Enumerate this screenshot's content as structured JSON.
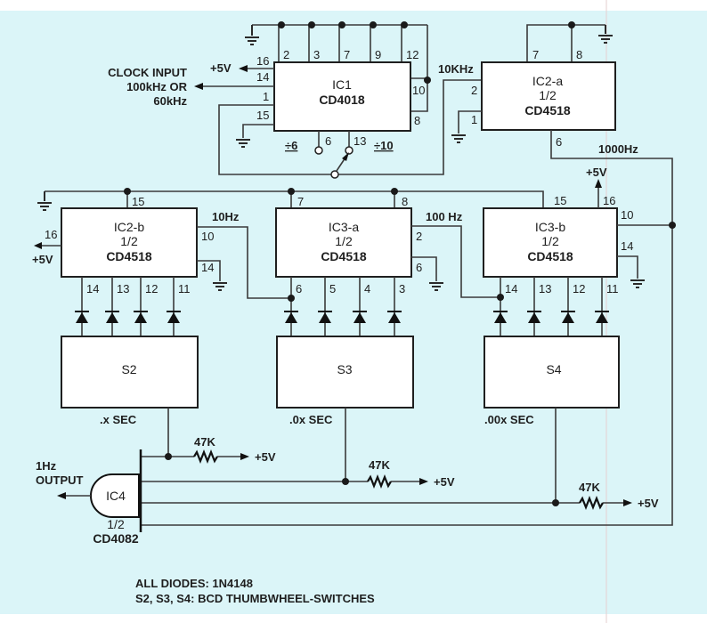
{
  "diagram": {
    "title": "Programmable timer based on CD4018 / CD4518 / CD4082",
    "ic1": {
      "name": "IC1",
      "part": "CD4018",
      "pins_top": [
        "2",
        "3",
        "7",
        "9",
        "12"
      ],
      "pin16": "16",
      "pin14": "14",
      "pin1": "1",
      "pin15": "15",
      "pin10": "10",
      "pin8": "8",
      "pin6": "6",
      "pin13": "13",
      "div6": "÷6",
      "div10": "÷10"
    },
    "clock": {
      "line1": "CLOCK INPUT",
      "line2": "100kHz OR",
      "line3": "60kHz",
      "vcc": "+5V"
    },
    "ic2a": {
      "name": "IC2-a",
      "half": "1/2",
      "part": "CD4518",
      "pin7": "7",
      "pin8": "8",
      "pin2": "2",
      "pin1": "1",
      "pin6": "6",
      "in_freq": "10KHz",
      "out_freq": "1000Hz"
    },
    "ic2b": {
      "name": "IC2-b",
      "half": "1/2",
      "part": "CD4518",
      "pin15": "15",
      "pin16": "16",
      "vcc": "+5V",
      "pin10": "10",
      "pin14": "14",
      "out_freq": "10Hz",
      "bcd_pins": [
        "14",
        "13",
        "12",
        "11"
      ]
    },
    "ic3a": {
      "name": "IC3-a",
      "half": "1/2",
      "part": "CD4518",
      "pin7": "7",
      "pin8": "8",
      "pin2": "2",
      "pin6": "6",
      "out_freq": "100 Hz",
      "bcd_pins": [
        "6",
        "5",
        "4",
        "3"
      ]
    },
    "ic3b": {
      "name": "IC3-b",
      "half": "1/2",
      "part": "CD4518",
      "pin15": "15",
      "pin16": "16",
      "vcc": "+5V",
      "pin10": "10",
      "pin14": "14",
      "bcd_pins": [
        "14",
        "13",
        "12",
        "11"
      ]
    },
    "switches": [
      {
        "name": "S2",
        "range": ".x SEC"
      },
      {
        "name": "S3",
        "range": ".0x SEC"
      },
      {
        "name": "S4",
        "range": ".00x SEC"
      }
    ],
    "resistors": [
      {
        "value": "47K",
        "supply": "+5V"
      },
      {
        "value": "47K",
        "supply": "+5V"
      },
      {
        "value": "47K",
        "supply": "+5V"
      }
    ],
    "ic4": {
      "name": "IC4",
      "half": "1/2",
      "part": "CD4082",
      "output_line1": "1Hz",
      "output_line2": "OUTPUT"
    },
    "notes": [
      "ALL DIODES: 1N4148",
      "S2, S3, S4: BCD THUMBWHEEL-SWITCHES"
    ]
  }
}
